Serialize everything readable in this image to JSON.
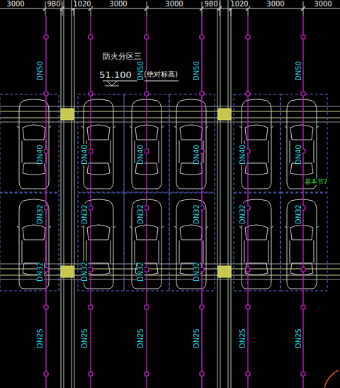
{
  "diagram": {
    "labels": [
      "3000",
      "980",
      "1020",
      "3000",
      "3000",
      "980",
      "1020",
      "3000",
      "3000",
      "防火分区三",
      "51.100",
      "(绝对标高)",
      "DN50",
      "DN50",
      "DN50",
      "DN50",
      "DN40",
      "DN40",
      "DN40",
      "DN40",
      "DN40",
      "DN40",
      "DN32",
      "DN32",
      "DN32",
      "DN32",
      "DN32",
      "DN32",
      "DN32",
      "DN32",
      "DN32",
      "DN32",
      "DN25",
      "DN25",
      "DN25",
      "DN25",
      "DN25",
      "DN25",
      "基本节7"
    ]
  }
}
